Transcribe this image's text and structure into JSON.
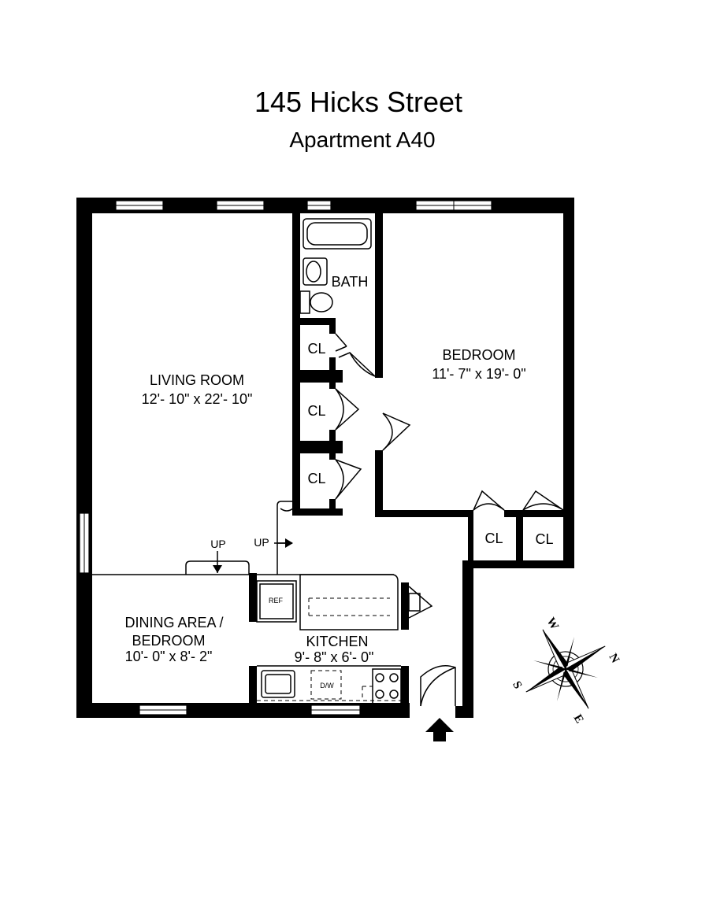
{
  "header": {
    "address": "145 Hicks Street",
    "unit": "Apartment A40"
  },
  "rooms": {
    "living_room": {
      "name": "LIVING ROOM",
      "size": "12'- 10\" x 22'- 10\""
    },
    "bedroom": {
      "name": "BEDROOM",
      "size": "11'- 7\" x 19'- 0\""
    },
    "bath": {
      "name": "BATH"
    },
    "dining": {
      "name_line1": "DINING AREA /",
      "name_line2": "BEDROOM",
      "size": "10'- 0\" x 8'- 2\""
    },
    "kitchen": {
      "name": "KITCHEN",
      "size": "9'- 8\" x 6'- 0\""
    },
    "closet": {
      "name": "CL"
    }
  },
  "fixtures": {
    "refrigerator": "REF",
    "dishwasher": "D/W",
    "step_up": "UP"
  },
  "compass": {
    "north": "N",
    "south": "S",
    "east": "E",
    "west": "W"
  }
}
